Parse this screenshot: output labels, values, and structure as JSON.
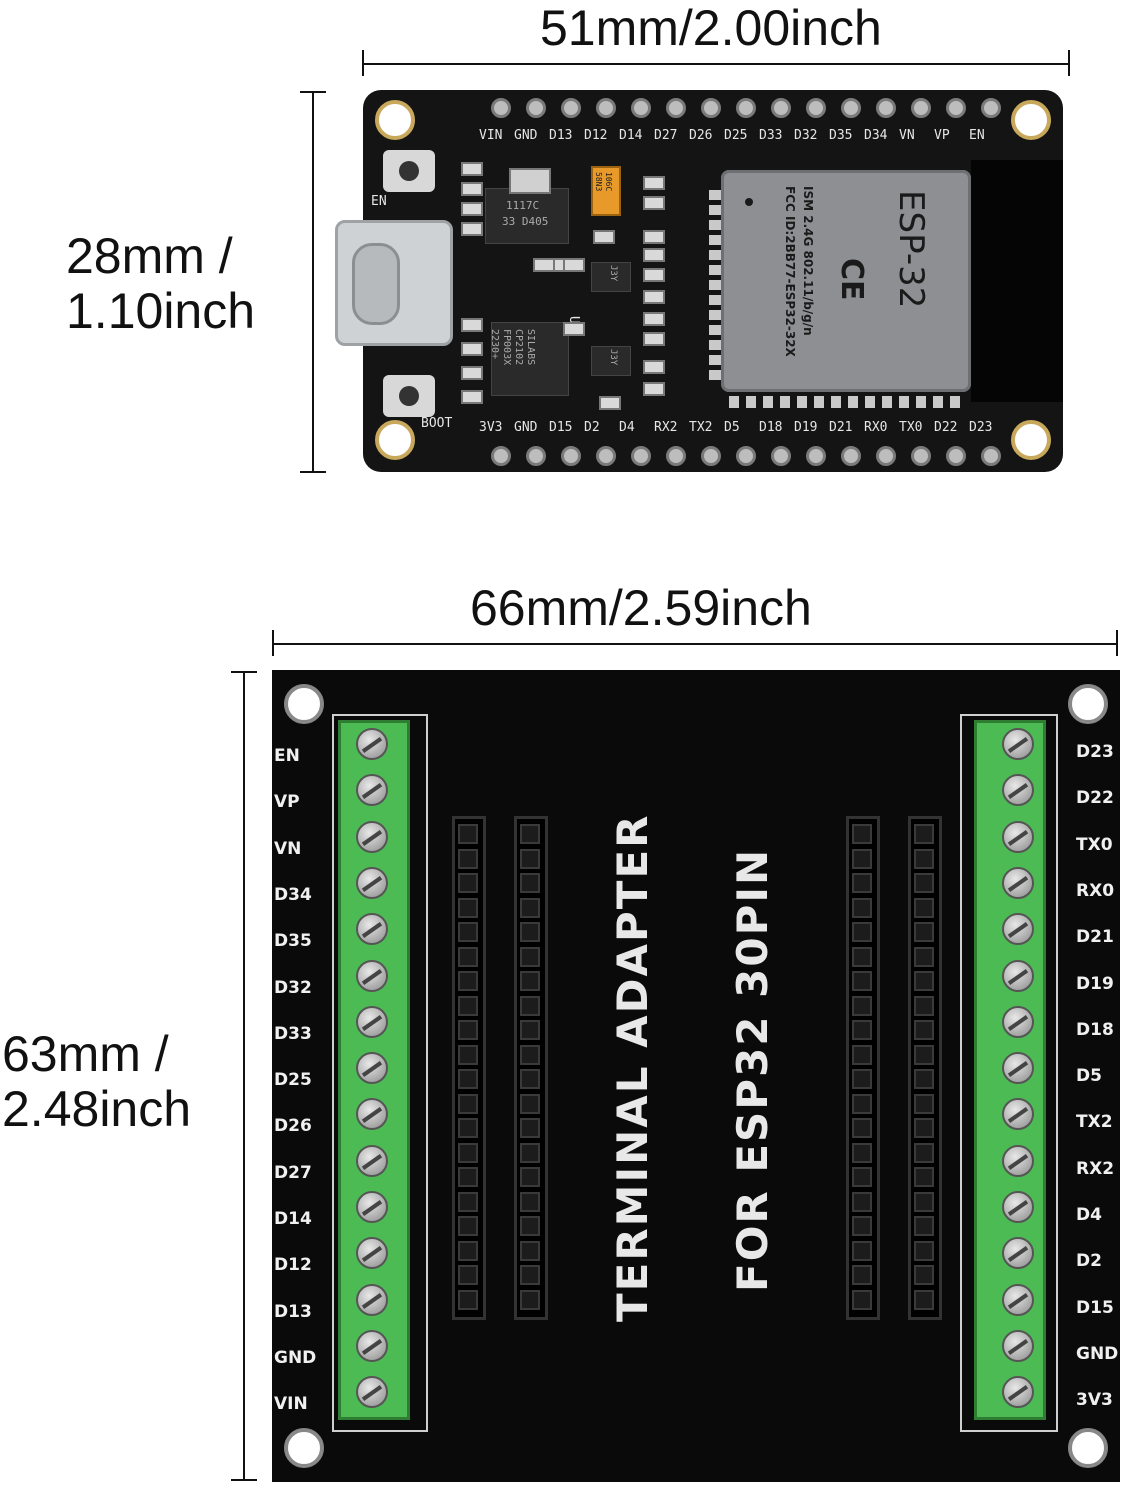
{
  "dimensions": {
    "esp_width": "51mm/2.00inch",
    "esp_height_line1": "28mm /",
    "esp_height_line2": "1.10inch",
    "adapter_width": "66mm/2.59inch",
    "adapter_height_line1": "63mm /",
    "adapter_height_line2": "2.48inch"
  },
  "esp_board": {
    "top_pins": [
      "VIN",
      "GND",
      "D13",
      "D12",
      "D14",
      "D27",
      "D26",
      "D25",
      "D33",
      "D32",
      "D35",
      "D34",
      "VN",
      "VP",
      "EN"
    ],
    "bottom_pins": [
      "3V3",
      "GND",
      "D15",
      "D2",
      "D4",
      "RX2",
      "TX2",
      "D5",
      "D18",
      "D19",
      "D21",
      "RX0",
      "TX0",
      "D22",
      "D23"
    ],
    "en_label": "EN",
    "boot_label": "BOOT",
    "u2_label": "U2",
    "module": {
      "title": "ESP-32",
      "ce_mark": "CE",
      "line1": "ISM  2.4G 802.11/b/g/n",
      "line2": "FCC ID:2BB77-ESP32-32X"
    },
    "regulator_text_1": "1117C",
    "regulator_text_2": "33 D405",
    "usb_chip_text_1": "SILABS",
    "usb_chip_text_2": "CP2102",
    "usb_chip_text_3": "FP003X",
    "usb_chip_text_4": "2230+",
    "cap_text_1": "106C",
    "cap_text_2": "58N3",
    "j3y_1": "J3Y",
    "j3y_2": "J3Y"
  },
  "adapter": {
    "left_labels": [
      "EN",
      "VP",
      "VN",
      "D34",
      "D35",
      "D32",
      "D33",
      "D25",
      "D26",
      "D27",
      "D14",
      "D12",
      "D13",
      "GND",
      "VIN"
    ],
    "right_labels": [
      "D23",
      "D22",
      "TX0",
      "RX0",
      "D21",
      "D19",
      "D18",
      "D5",
      "TX2",
      "RX2",
      "D4",
      "D2",
      "D15",
      "GND",
      "3V3"
    ],
    "title_line1": "TERMINAL  ADAPTER",
    "title_line2": "FOR ESP32 30PIN"
  },
  "colors": {
    "pcb": "#141414",
    "terminal_green": "#4cbb54",
    "module_gray": "#8e8f92"
  }
}
